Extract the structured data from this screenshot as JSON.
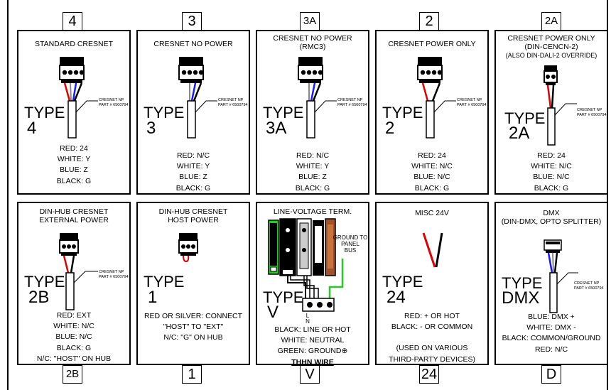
{
  "tags_top": [
    "4",
    "3",
    "3A",
    "2",
    "2A"
  ],
  "tags_bottom": [
    "2B",
    "1",
    "V",
    "24",
    "D"
  ],
  "type_word": "TYPE",
  "part": {
    "line1": "CRESNET NP",
    "line2": "PART # 6500794"
  },
  "panels": {
    "t4": {
      "title": "STANDARD CRESNET",
      "type": "4",
      "specs": [
        "RED: 24",
        "WHITE: Y",
        "BLUE: Z",
        "BLACK: G"
      ]
    },
    "t3": {
      "title": "CRESNET NO POWER",
      "type": "3",
      "specs": [
        "RED: N/C",
        "WHITE: Y",
        "BLUE: Z",
        "BLACK: G"
      ]
    },
    "t3a": {
      "title": "CRESNET NO POWER",
      "subtitle": "(RMC3)",
      "type": "3A",
      "specs": [
        "RED: N/C",
        "WHITE: Y",
        "BLUE: Z",
        "BLACK: G"
      ]
    },
    "t2": {
      "title": "CRESNET POWER ONLY",
      "type": "2",
      "specs": [
        "RED: 24",
        "WHITE: N/C",
        "BLUE: N/C",
        "BLACK: G"
      ]
    },
    "t2a": {
      "title": "CRESNET POWER ONLY",
      "subtitle": "(DIN-CENCN-2)",
      "note": "(ALSO DIN-DALI-2 OVERRIDE)",
      "type": "2A",
      "specs": [
        "RED: 24",
        "WHITE: N/C",
        "BLUE: N/C",
        "BLACK: G"
      ]
    },
    "t2b": {
      "title": "DIN-HUB CRESNET",
      "subtitle": "EXTERNAL POWER",
      "type": "2B",
      "specs": [
        "RED: EXT",
        "WHITE: N/C",
        "BLUE: N/C",
        "BLACK: G",
        "N/C: \"HOST\" ON HUB"
      ]
    },
    "t1": {
      "title": "DIN-HUB CRESNET",
      "subtitle": "HOST POWER",
      "type": "1",
      "specs": [
        "RED OR SILVER: CONNECT",
        "\"HOST\" TO \"EXT\"",
        "N/C: \"G\" ON HUB"
      ]
    },
    "tv": {
      "title": "LINE-VOLTAGE TERM.",
      "type": "V",
      "ground_label": [
        "GROUND TO",
        "PANEL",
        "BUS"
      ],
      "terminal_labels": [
        "L",
        "N"
      ],
      "specs": [
        "BLACK: LINE OR HOT",
        "WHITE: NEUTRAL",
        "GREEN: GROUND⊕"
      ],
      "wire": "THHN WIRE"
    },
    "t24": {
      "title": "MISC 24V",
      "type": "24",
      "specs": [
        "RED: + OR HOT",
        "BLACK: - OR COMMON",
        "",
        "(USED ON VARIOUS",
        "THIRD-PARTY DEVICES)"
      ]
    },
    "tdmx": {
      "title": "DMX",
      "subtitle": "(DIN-DMX, OPTO SPLITTER)",
      "type": "DMX",
      "specs": [
        "BLUE: DMX +",
        "WHITE: DMX -",
        "BLACK: COMMON/GROUND",
        "RED: N/C"
      ]
    }
  },
  "colors": {
    "red": "#e00000",
    "white": "#ffffff",
    "blue": "#1a1aff",
    "black": "#000000",
    "green": "#22cc22",
    "orange": "#a0522d"
  }
}
